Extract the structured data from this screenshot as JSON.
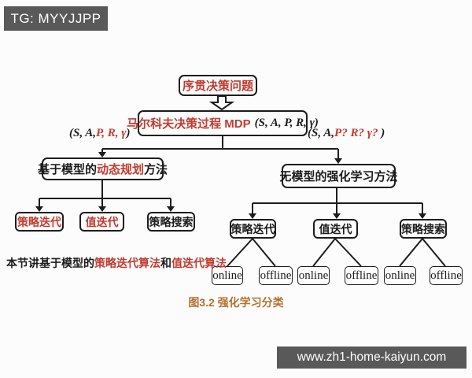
{
  "watermarks": {
    "tg": "TG: MYYJJPP",
    "url": "www.zh1-home-kaiyun.com"
  },
  "colors": {
    "red_accent": "#c13b30",
    "caption_orange": "#b5722e",
    "banner_gray": "#595959",
    "line_black": "#1c1c1c"
  },
  "diagram": {
    "root_label": "序贯决策问题",
    "mdp": {
      "name_red": "马尔科夫决策过程 MDP",
      "tuple_black": "(S, A, P, R, γ)"
    },
    "tuple_left": {
      "pre": "(S, A,",
      "red": "P, R, γ",
      "post": ")"
    },
    "tuple_right": {
      "pre": "(S, A,",
      "red": "P?  R?  γ?",
      "post": " )"
    },
    "model_based": {
      "pre": "基于模型的",
      "red": "动态规划",
      "post": "方法"
    },
    "model_free_label": "无模型的强化学习方法",
    "left_children": [
      "策略迭代",
      "值迭代",
      "策略搜索"
    ],
    "right_children": [
      "策略迭代",
      "值迭代",
      "策略搜索"
    ],
    "online_label": "online",
    "offline_label": "offline",
    "note": {
      "pre": "本节讲基于模型的",
      "red1": "策略迭代算法",
      "mid": "和",
      "red2": "值迭代算法"
    },
    "caption": "图3.2 强化学习分类"
  }
}
